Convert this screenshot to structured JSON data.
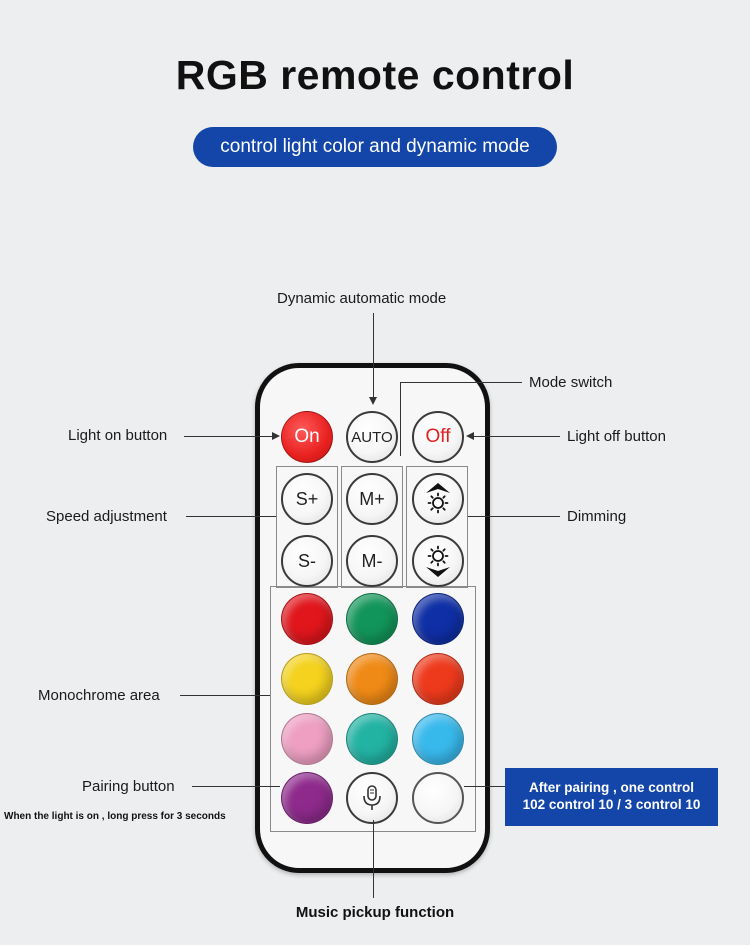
{
  "title": "RGB remote control",
  "subtitle": "control light color and dynamic mode",
  "buttons": {
    "on": "On",
    "auto": "AUTO",
    "off": "Off",
    "speed_up": "S+",
    "speed_down": "S-",
    "mode_up": "M+",
    "mode_down": "M-"
  },
  "color_buttons": [
    {
      "name": "red",
      "color": "#e0161c"
    },
    {
      "name": "green",
      "color": "#12955a"
    },
    {
      "name": "blue",
      "color": "#0f2fa6"
    },
    {
      "name": "yellow",
      "color": "#f4d21e"
    },
    {
      "name": "orange",
      "color": "#f08a16"
    },
    {
      "name": "orange-red",
      "color": "#ee3a1c"
    },
    {
      "name": "pink",
      "color": "#ee9fc2"
    },
    {
      "name": "teal",
      "color": "#22b3a3"
    },
    {
      "name": "sky-blue",
      "color": "#38b9ec"
    },
    {
      "name": "purple",
      "color": "#8e2a8c"
    }
  ],
  "callouts": {
    "dynamic_automatic_mode": "Dynamic automatic mode",
    "mode_switch": "Mode switch",
    "light_on_button": "Light on button",
    "light_off_button": "Light off button",
    "speed_adjustment": "Speed adjustment",
    "dimming": "Dimming",
    "monochrome_area": "Monochrome area",
    "pairing_button": "Pairing button",
    "pairing_note": "When the light is on , long press for 3 seconds",
    "pairing_info_line1": "After pairing , one control",
    "pairing_info_line2": "102 control 10 / 3 control 10",
    "music_pickup": "Music pickup function"
  }
}
